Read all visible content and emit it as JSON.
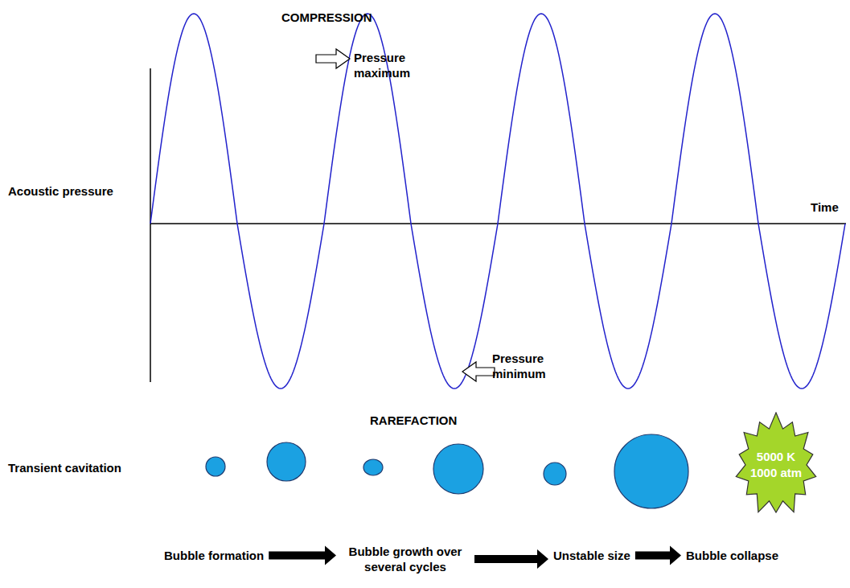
{
  "diagram": {
    "nodes": [
      {
        "text": [
          "5000 K",
          "1000 atm"
        ]
      },
      {
        "text": [
          "Bubble formation"
        ]
      },
      {
        "text": [
          "Bubble growth over several cycles"
        ]
      },
      {
        "text": [
          "Unstable size"
        ]
      },
      {
        "text": [
          "Bubble collapse"
        ]
      }
    ],
    "edges": [
      {
        "from": 1,
        "to": 2,
        "arrow": "to"
      },
      {
        "from": 2,
        "to": 3,
        "arrow": "to"
      },
      {
        "from": 3,
        "to": 4,
        "arrow": "to"
      }
    ],
    "labels": [
      "COMPRESSION",
      "Pressure maximum",
      "Acoustic pressure",
      "Time",
      "Pressure minimum",
      "RAREFACTION",
      "Transient cavitation"
    ]
  }
}
